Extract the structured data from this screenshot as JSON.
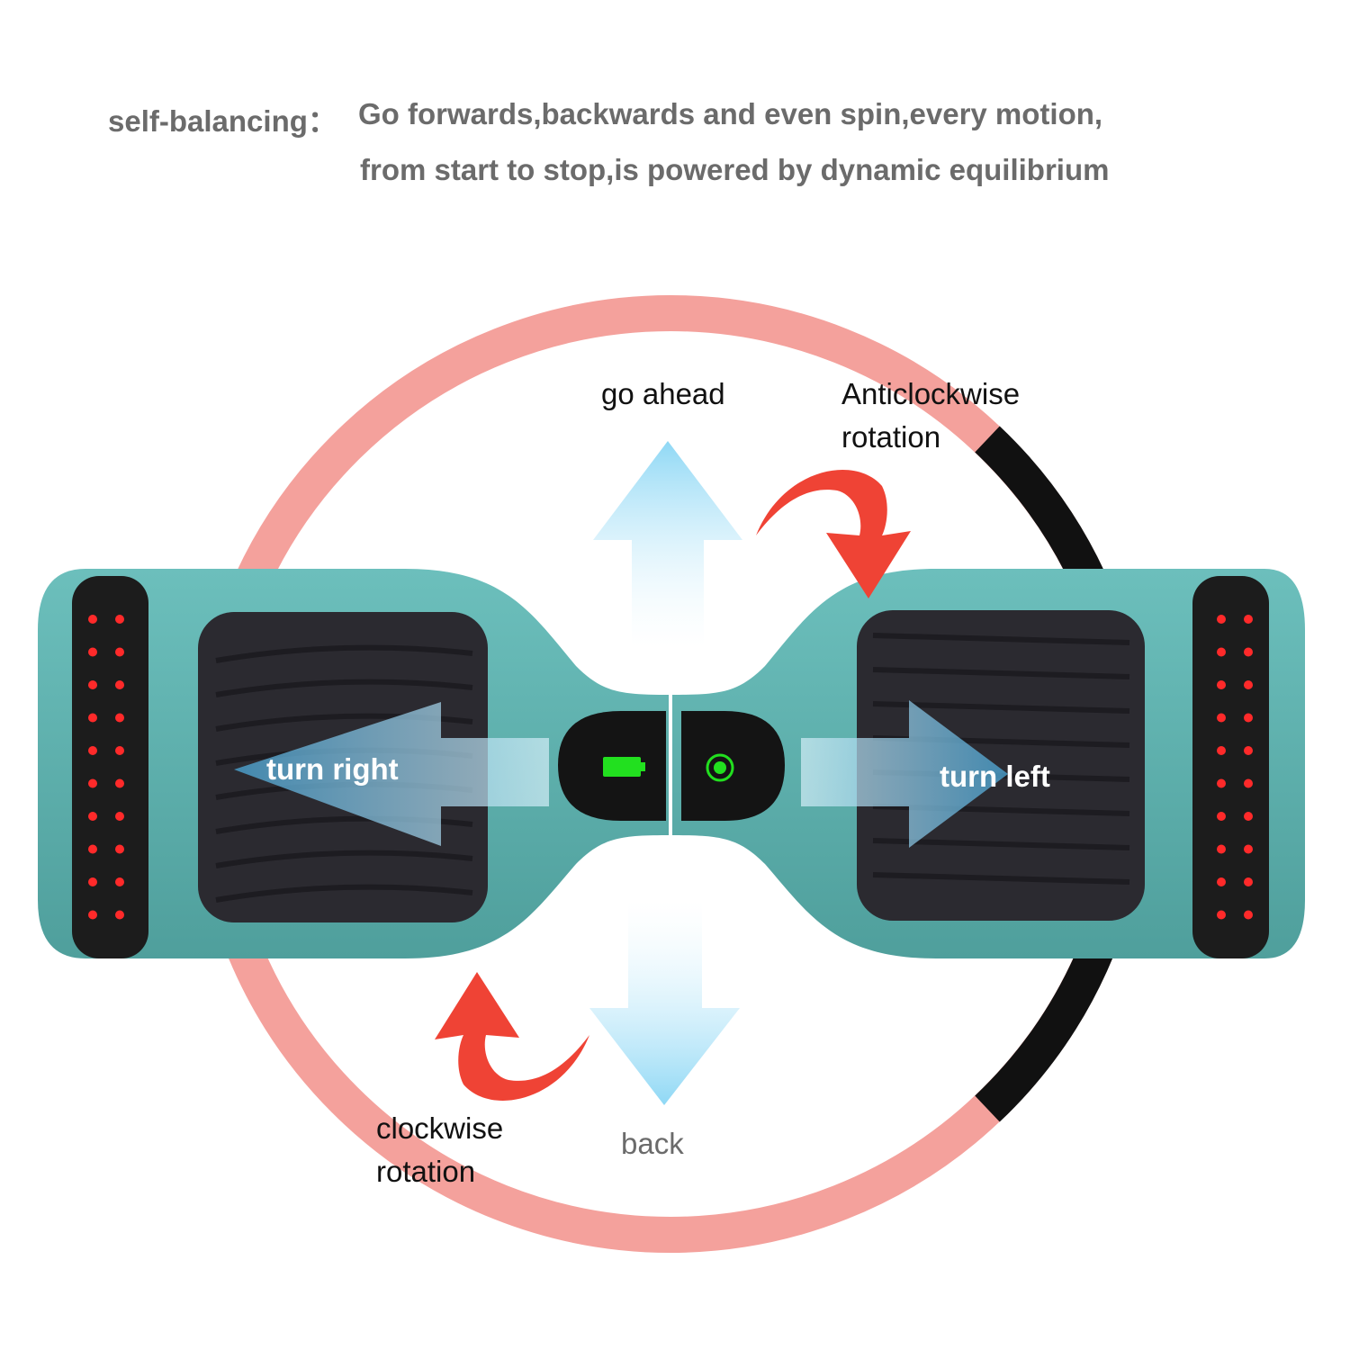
{
  "heading": {
    "label": "self-balancing：",
    "line1": "Go forwards,backwards and even spin,every motion,",
    "line2": "from start to stop,is powered by dynamic equilibrium"
  },
  "labels": {
    "go_ahead": "go ahead",
    "back": "back",
    "anticlockwise_line1": "Anticlockwise",
    "anticlockwise_line2": "rotation",
    "clockwise_line1": "clockwise",
    "clockwise_line2": "rotation",
    "turn_right": "turn right",
    "turn_left": "turn left"
  },
  "colors": {
    "body": "#5fb3b0",
    "ring": "#f4a19c",
    "ring_dark": "#111111",
    "pad": "#2b2a30",
    "led": "#ff2a2a",
    "rotation_arrow": "#ef4335",
    "motion_arrow": "#8fd8f5",
    "battery": "#22e01f",
    "power_icon": "#22e01f",
    "heading_text": "#6b6b6b"
  },
  "icons": {
    "battery": "battery-icon",
    "power": "power-icon"
  }
}
